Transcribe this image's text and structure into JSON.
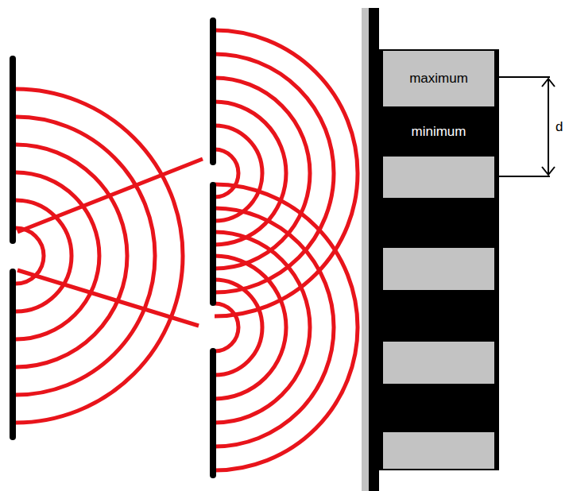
{
  "diagram": {
    "nodes": [
      {
        "text": [
          "maximum"
        ]
      },
      {
        "text": [
          "minimum"
        ]
      }
    ],
    "labels": [
      "d"
    ]
  }
}
